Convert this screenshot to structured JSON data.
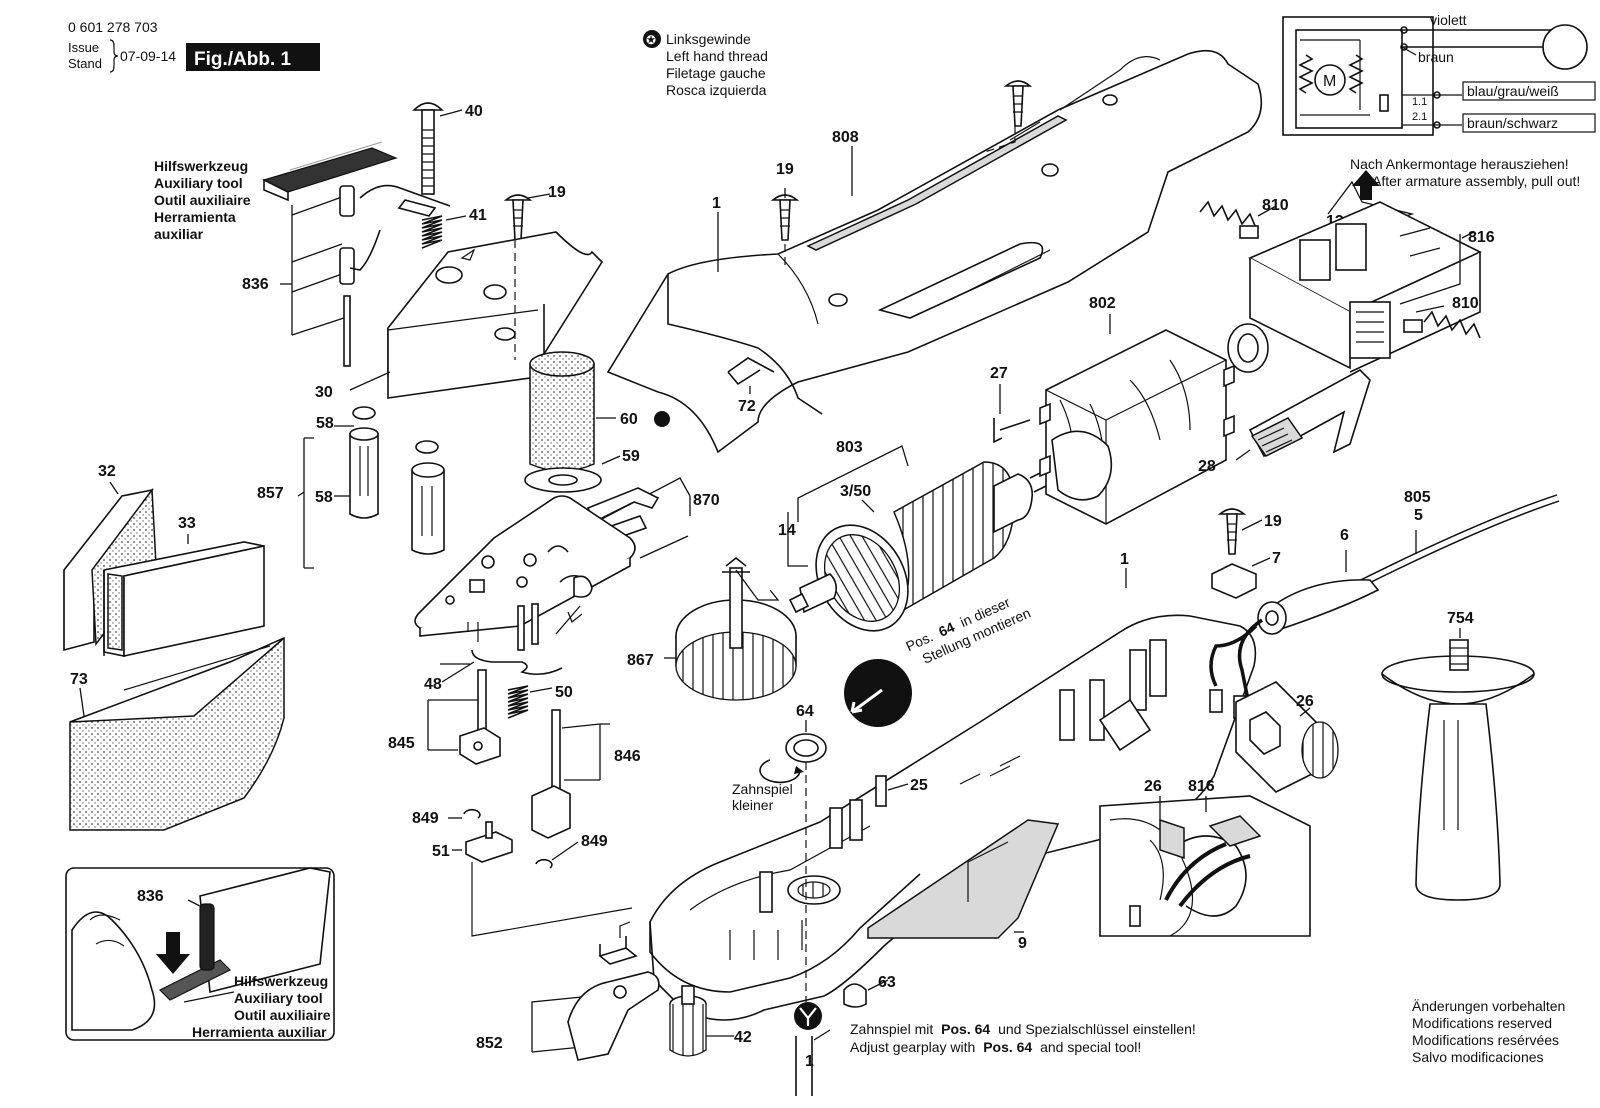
{
  "header": {
    "part_number": "0 601 278 703",
    "issue_label": "Issue",
    "stand_label": "Stand",
    "issue_date": "07-09-14",
    "figure_label": "Fig./Abb. 1"
  },
  "thread_note": {
    "lines": [
      "Linksgewinde",
      "Left hand thread",
      "Filetage gauche",
      "Rosca izquierda"
    ]
  },
  "aux_tool_top": {
    "lines": [
      "Hilfswerkzeug",
      "Auxiliary tool",
      "Outil auxiliaire",
      "Herramienta",
      "auxiliar"
    ]
  },
  "aux_tool_bottom": {
    "lines": [
      "Hilfswerkzeug",
      "Auxiliary tool",
      "Outil auxiliaire",
      "Herramienta auxiliar"
    ]
  },
  "wiring": {
    "motor_symbol": "M",
    "wire_violet": "violett",
    "wire_brown": "braun",
    "wire_blue": "blau/grau/weiß",
    "wire_brown_black": "braun/schwarz",
    "contact_1": "1.1",
    "contact_2": "2.1"
  },
  "pull_out_note": {
    "line1": "Nach Ankermontage herausziehen!",
    "line2": "After armature assembly, pull out!"
  },
  "pos64_note": {
    "prefix": "Pos.",
    "bold": "64",
    "line1_rest": "in dieser",
    "line2": "Stellung montieren"
  },
  "gearplay_small": {
    "line1": "Zahnspiel",
    "line2": "kleiner"
  },
  "gearplay_note": {
    "de_start": "Zahnspiel mit",
    "de_bold": "Pos. 64",
    "de_end": "und Spezialschlüssel einstellen!",
    "en_start": "Adjust gearplay with",
    "en_bold": "Pos. 64",
    "en_end": "and special tool!"
  },
  "modifications": {
    "lines": [
      "Änderungen vorbehalten",
      "Modifications reserved",
      "Modifications resérvées",
      "Salvo modificaciones"
    ]
  },
  "part_labels": {
    "p40": "40",
    "p41": "41",
    "p19a": "19",
    "p19b": "19",
    "p19c": "19",
    "p836a": "836",
    "p836b": "836",
    "p30": "30",
    "p58a": "58",
    "p58b": "58",
    "p857": "857",
    "p60": "60",
    "p59": "59",
    "p870": "870",
    "p32": "32",
    "p33": "33",
    "p73": "73",
    "p48": "48",
    "p50": "50",
    "p845": "845",
    "p846": "846",
    "p849a": "849",
    "p849b": "849",
    "p51": "51",
    "p852": "852",
    "p42": "42",
    "p63": "63",
    "p1a": "1",
    "p1b": "1",
    "p1c": "1",
    "p808": "808",
    "p72": "72",
    "p803": "803",
    "p3_50": "3/50",
    "p14": "14",
    "p867": "867",
    "p64": "64",
    "p25": "25",
    "p9": "9",
    "p802": "802",
    "p27": "27",
    "p810a": "810",
    "p810b": "810",
    "p13": "13",
    "p816a": "816",
    "p816b": "816",
    "p28": "28",
    "p805": "805",
    "p5": "5",
    "p6": "6",
    "p7": "7",
    "p26a": "26",
    "p26b": "26",
    "p754": "754"
  }
}
